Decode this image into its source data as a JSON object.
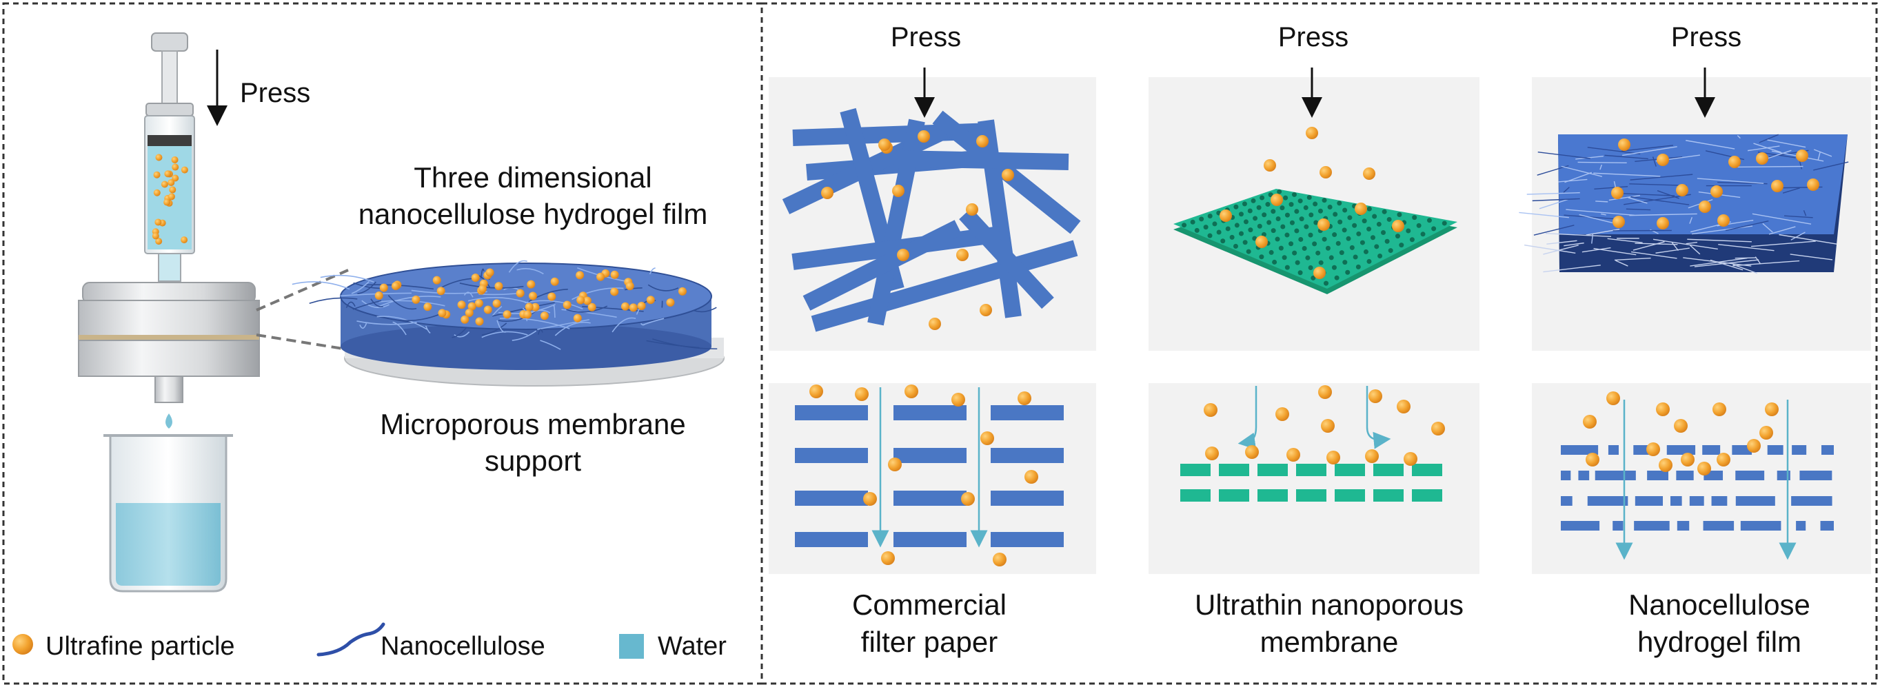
{
  "left_panel": {
    "press_label": "Press",
    "film_label_line1": "Three dimensional",
    "film_label_line2": "nanocellulose hydrogel film",
    "support_label_line1": "Microporous membrane",
    "support_label_line2": "support"
  },
  "legend": {
    "particle_label": "Ultrafine particle",
    "nanocellulose_label": "Nanocellulose",
    "water_label": "Water"
  },
  "columns": [
    {
      "press_label": "Press",
      "caption_line1": "Commercial",
      "caption_line2": "filter paper"
    },
    {
      "press_label": "Press",
      "caption_line1": "Ultrathin nanoporous",
      "caption_line2": "membrane"
    },
    {
      "press_label": "Press",
      "caption_line1": "Nanocellulose",
      "caption_line2": "hydrogel film"
    }
  ],
  "colors": {
    "fiber_blue": "#4a77c4",
    "particle_orange": "#f2a22e",
    "membrane_green": "#1fb892",
    "water_blue": "#67b8cf",
    "flow_arrow": "#5ab3c9",
    "panel_bg": "#f2f2f2"
  },
  "icons": [
    "syringe-icon",
    "filter-holder-icon",
    "beaker-icon",
    "down-arrow-icon"
  ]
}
